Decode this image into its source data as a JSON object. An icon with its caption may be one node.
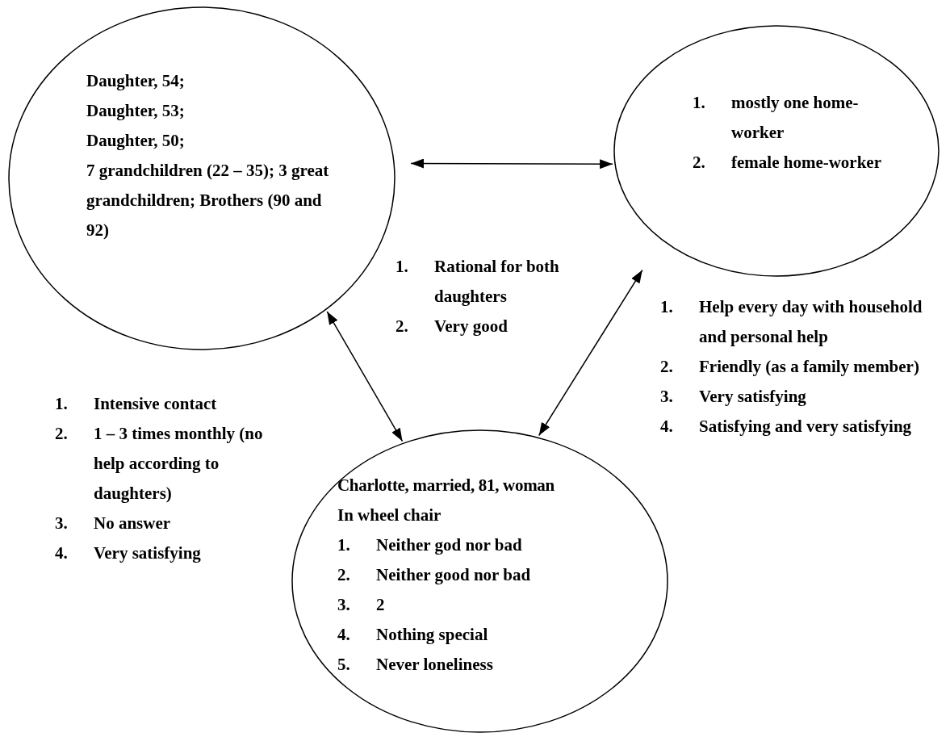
{
  "diagram": {
    "nodes": [
      {
        "text": [
          "Daughter, 54;",
          "Daughter, 53;",
          "Daughter, 50;",
          "7 grandchildren (22 – 35); 3 great grandchildren; Brothers (90 and 92)"
        ]
      },
      {
        "text": [
          "1. mostly one home-worker",
          "2. female home-worker"
        ]
      },
      {
        "text": [
          "Charlotte, married, 81, woman",
          "In wheel chair",
          "1. Neither god nor bad",
          "2. Neither good nor bad",
          "3. 2",
          "4. Nothing special",
          "5. Never loneliness"
        ]
      }
    ],
    "edges": [
      {
        "from": 0,
        "to": 1,
        "arrow": "both"
      },
      {
        "from": 0,
        "to": 2,
        "arrow": "both"
      },
      {
        "from": 1,
        "to": 2,
        "arrow": "both"
      }
    ],
    "labels": [
      "1. Rational for both daughters",
      "2. Very good",
      "1. Help every day with household and personal help",
      "2. Friendly (as a family member)",
      "3. Very satisfying",
      "4. Satisfying and very satisfying",
      "1. Intensive contact",
      "2. 1 – 3 times monthly (no help according to daughters)",
      "3. No answer",
      "4. Very satisfying"
    ]
  }
}
